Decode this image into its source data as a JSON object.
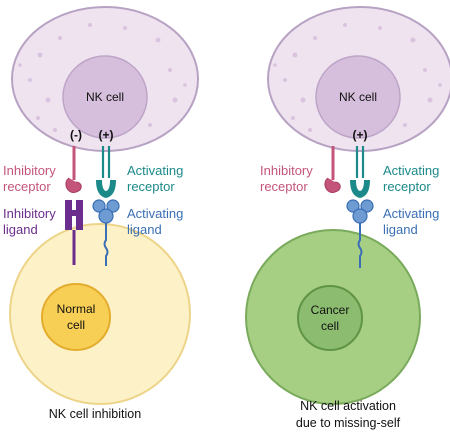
{
  "left_panel": {
    "nk_label": "NK cell",
    "sign_minus": "(-)",
    "sign_plus": "(+)",
    "inhibitory_receptor": [
      "Inhibitory",
      "receptor"
    ],
    "activating_receptor": [
      "Activating",
      "receptor"
    ],
    "inhibitory_ligand": [
      "Inhibitory",
      "ligand"
    ],
    "activating_ligand": [
      "Activating",
      "ligand"
    ],
    "target_label": [
      "Normal",
      "cell"
    ],
    "caption": [
      "NK cell inhibition"
    ]
  },
  "right_panel": {
    "nk_label": "NK cell",
    "sign_plus": "(+)",
    "inhibitory_receptor": [
      "Inhibitory",
      "receptor"
    ],
    "activating_receptor": [
      "Activating",
      "receptor"
    ],
    "activating_ligand": [
      "Activating",
      "ligand"
    ],
    "target_label": [
      "Cancer",
      "cell"
    ],
    "caption": [
      "NK cell activation",
      "due to missing-self"
    ]
  },
  "colors": {
    "nk_cell_fill": "#efe3f0",
    "nk_cell_stroke": "#b8a2c4",
    "nk_nucleus": "#d6bfdc",
    "inhibitory": "#c4557a",
    "activating_receptor": "#1d8a8a",
    "inhibitory_ligand": "#6b2e8e",
    "activating_ligand": "#3a6fb5",
    "normal_cell_fill": "#fdf1c8",
    "normal_nucleus": "#f8cf55",
    "cancer_cell_fill": "#a6cf84",
    "cancer_nucleus": "#8cbc70"
  }
}
